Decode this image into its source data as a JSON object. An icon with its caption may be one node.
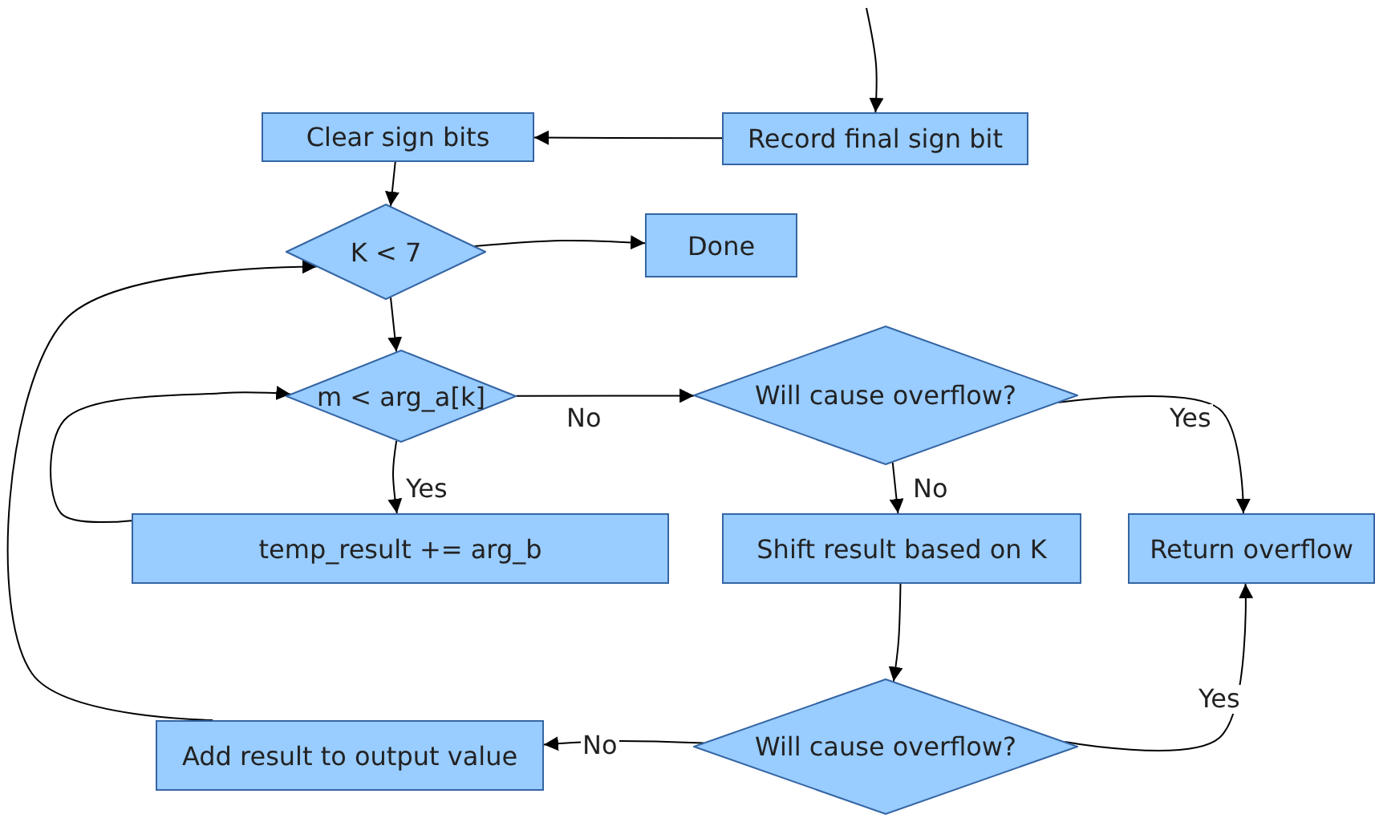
{
  "diagram": {
    "nodes": [
      {
        "text": [
          "Record final sign bit"
        ]
      },
      {
        "text": [
          "Clear sign bits"
        ]
      },
      {
        "text": [
          "K < 7"
        ]
      },
      {
        "text": [
          "Done"
        ]
      },
      {
        "text": [
          "m < arg_a[k]"
        ]
      },
      {
        "text": [
          "Will cause overflow?"
        ]
      },
      {
        "text": [
          "temp_result += arg_b"
        ]
      },
      {
        "text": [
          "Shift result based on K"
        ]
      },
      {
        "text": [
          "Return overflow"
        ]
      },
      {
        "text": [
          "Will cause overflow?"
        ]
      },
      {
        "text": [
          "Add result to output value"
        ]
      }
    ],
    "edges": [
      {
        "from": null,
        "to": 0,
        "arrow": "to"
      },
      {
        "from": 0,
        "to": 1,
        "arrow": "to"
      },
      {
        "from": 1,
        "to": 2,
        "arrow": "to"
      },
      {
        "from": 2,
        "to": 3,
        "arrow": "to"
      },
      {
        "from": 2,
        "to": 4,
        "arrow": "to"
      },
      {
        "from": 4,
        "to": 5,
        "arrow": "to",
        "label": "No"
      },
      {
        "from": 4,
        "to": 6,
        "arrow": "to",
        "label": "Yes"
      },
      {
        "from": 6,
        "to": 4,
        "arrow": "to"
      },
      {
        "from": 5,
        "to": 7,
        "arrow": "to",
        "label": "No"
      },
      {
        "from": 5,
        "to": 8,
        "arrow": "to",
        "label": "Yes"
      },
      {
        "from": 7,
        "to": 9,
        "arrow": "to"
      },
      {
        "from": 9,
        "to": 8,
        "arrow": "to",
        "label": "Yes"
      },
      {
        "from": 9,
        "to": 10,
        "arrow": "to",
        "label": "No"
      },
      {
        "from": 10,
        "to": 2,
        "arrow": "to"
      }
    ]
  }
}
